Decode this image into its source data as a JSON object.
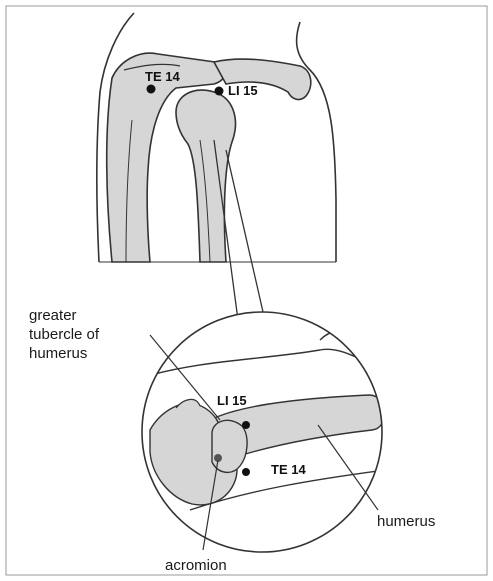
{
  "points": {
    "te14_top": "TE 14",
    "li15_top": "LI 15",
    "li15_zoom": "LI 15",
    "te14_zoom": "TE 14"
  },
  "labels": {
    "greater_tubercle": [
      "greater",
      "tubercle of",
      "humerus"
    ],
    "humerus": "humerus",
    "acromion": "acromion"
  },
  "colors": {
    "bone_fill": "#d6d6d6",
    "outline": "#333333",
    "point": "#111111"
  }
}
